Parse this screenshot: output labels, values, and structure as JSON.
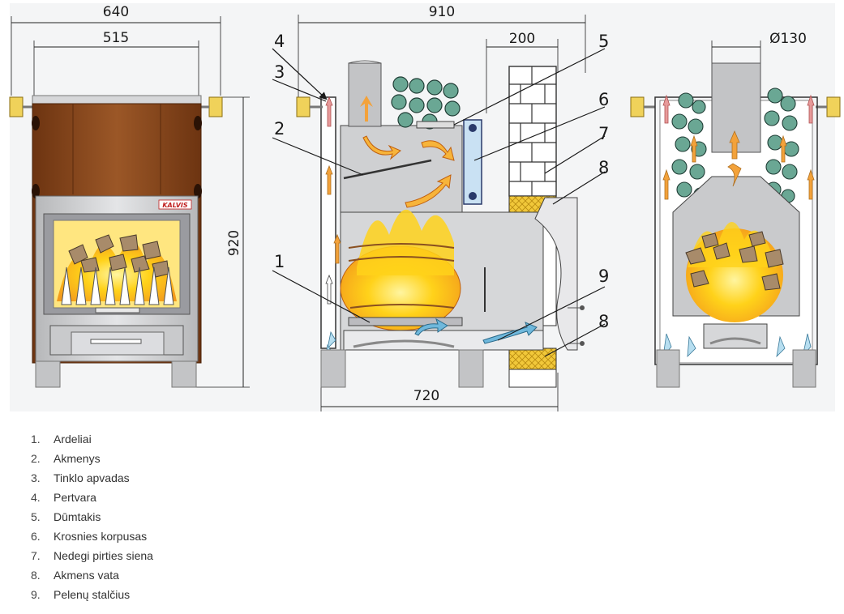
{
  "dimensions": {
    "front_width": "640",
    "front_inner_width": "515",
    "height": "920",
    "side_width": "910",
    "side_gap": "200",
    "side_depth": "720",
    "chimney_diameter": "Ø130"
  },
  "brand_plate": "KALVIS",
  "callouts": [
    "1",
    "2",
    "3",
    "4",
    "5",
    "6",
    "7",
    "8",
    "8",
    "9"
  ],
  "legend": [
    {
      "number": "1.",
      "label": "Ardeliai"
    },
    {
      "number": "2.",
      "label": "Akmenys"
    },
    {
      "number": "3.",
      "label": "Tinklo apvadas"
    },
    {
      "number": "4.",
      "label": "Pertvara"
    },
    {
      "number": "5.",
      "label": "Dūmtakis"
    },
    {
      "number": "6.",
      "label": "Krosnies korpusas"
    },
    {
      "number": "7.",
      "label": "Nedegi pirties siena"
    },
    {
      "number": "8.",
      "label": "Akmens vata"
    },
    {
      "number": "9.",
      "label": "Pelenų stalčius"
    }
  ],
  "colors": {
    "casing_brown": "#8a4a1e",
    "steel_grey": "#c9cacc",
    "flame_yellow": "#ffd21a",
    "flame_orange": "#f39a1c",
    "stone_green": "#5f9a86",
    "insulation_yellow": "#f1c83a",
    "arrow_blue": "#7fc1e0",
    "arrow_red": "#e79a9a"
  }
}
